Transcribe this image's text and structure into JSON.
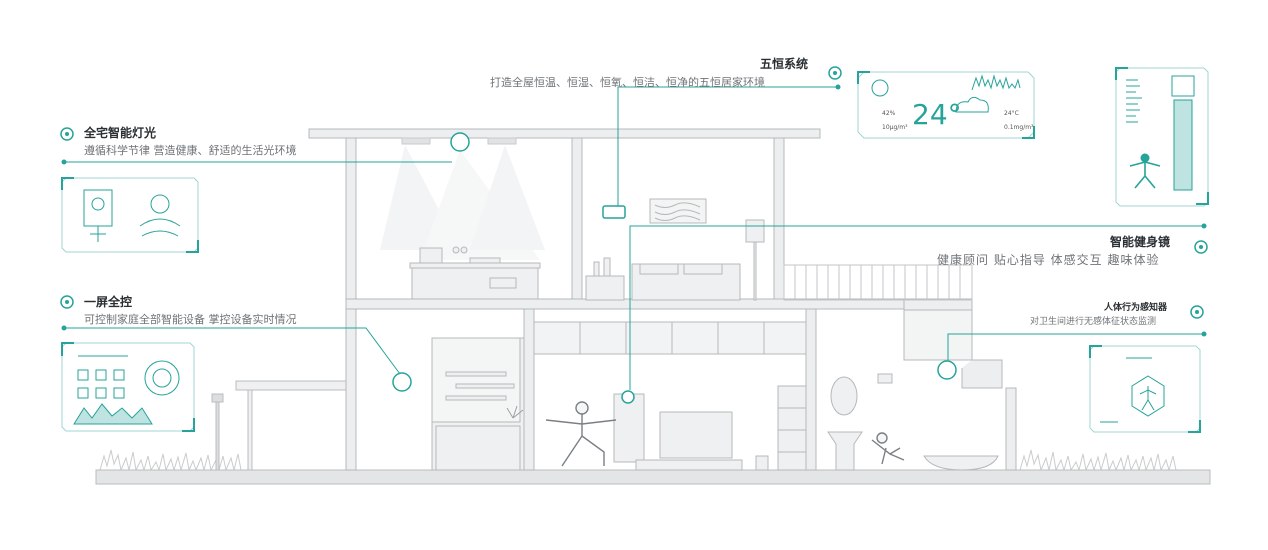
{
  "colors": {
    "accent": "#26a39a",
    "line": "#b9bdbf",
    "wall": "#e9ebec",
    "dark": "#2a2f33"
  },
  "features": {
    "lighting": {
      "title": "全宅智能灯光",
      "subtitle": "遵循科学节律 营造健康、舒适的生活光环境"
    },
    "control": {
      "title": "一屏全控",
      "subtitle": "可控制家庭全部智能设备 掌控设备实时情况"
    },
    "five_constant": {
      "title": "五恒系统",
      "subtitle": "打造全屋恒温、恒湿、恒氧、恒洁、恒净的五恒居家环境"
    },
    "fitness_mirror": {
      "title": "智能健身镜",
      "subtitle": "健康顾问 贴心指导 体感交互 趣味体验"
    },
    "body_sensor": {
      "title": "人体行为感知器",
      "subtitle": "对卫生间进行无感体征状态监测"
    }
  },
  "thermostat": {
    "temperature": "24°",
    "humidity": "42%",
    "pm": "10μg/m³",
    "indoor_temp": "24°C",
    "co2": "0.1mg/m³"
  }
}
